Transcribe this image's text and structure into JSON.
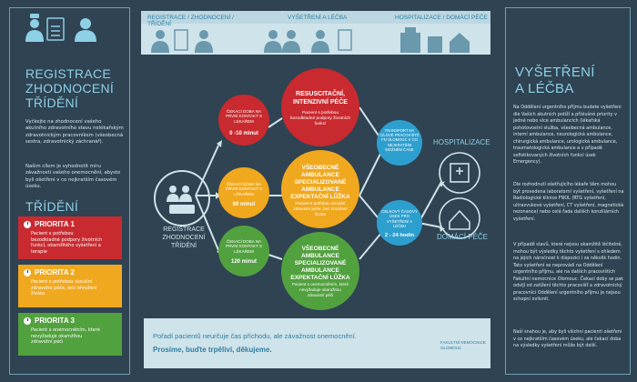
{
  "header": {
    "registrace": "REGISTRACE / ZHODNOCENÍ / TŘÍDĚNÍ",
    "vysetreni": "VYŠETŘENÍ A LÉČBA",
    "hospitalizace": "HOSPITALIZACE / DOMÁCÍ PÉČE"
  },
  "left": {
    "title_lines": [
      "REGISTRACE",
      "ZHODNOCENÍ",
      "TŘÍDĚNÍ"
    ],
    "intro1": "Vyčkejte na zhodnocení vašeho akutního zdravotního stavu nelékařským zdravotnickým pracovníkem (všeobecná sestra, zdravotnický záchranář).",
    "intro2": "Našim cílem je vyhodnotit míru závažnosti vašeho onemocnění, abyste byli ošetřeni v co nejkratším časovém úseku.",
    "triage_title": "TŘÍDĚNÍ",
    "priorities": [
      {
        "label": "PRIORITA 1",
        "text": "Pacient s potřebou bezodkladné podpory životních funkcí, okamžitého vyšetření a terapie"
      },
      {
        "label": "PRIORITA 2",
        "text": "Pacient s potřebou vizuální zdravotní péče, bez ohrožení života"
      },
      {
        "label": "PRIORITA 3",
        "text": "Pacient s onemocněním, které nevyžaduje okamžitou zdravotní péči"
      }
    ]
  },
  "center": {
    "hub_label_lines": [
      "REGISTRACE",
      "ZHODNOCENÍ",
      "TŘÍDĚNÍ"
    ],
    "wait1": {
      "text": "ČEKACÍ DOBA NA PRVNÍ KONTAKT S LÉKAŘEM",
      "value": "0 -10 minut"
    },
    "wait2": {
      "text": "ČEKACÍ DOBA NA PRVNÍ KONTAKT S LÉKAŘEM",
      "value": "60 minut"
    },
    "wait3": {
      "text": "ČEKACÍ DOBA NA PRVNÍ KONTAKT S LÉKAŘEM",
      "value": "120 minut"
    },
    "red": {
      "title": "RESUSCITAČNÍ, INTENZIVNÍ PÉČE",
      "text": "Pacient s potřebou bezodkladné podpory životních funkcí"
    },
    "yellow": {
      "title": "VŠEOBECNÉ AMBULANCE SPECIALIZOVANÉ AMBULANCE EXPEKTAČNÍ LŮŽKA",
      "text": "Pacient s potřebou vizuální zdravotní péče, bez ohrožení života"
    },
    "green": {
      "title": "VŠEOBECNÉ AMBULANCE SPECIALIZOVANÉ AMBULANCE EXPEKTAČNÍ LŮŽKA",
      "text": "Pacient s onemocněním, které nevyžaduje okamžitou zdravotní péči"
    },
    "transport": "TRANSPORT NA CÍLOVÉ PRACOVIŠTĚ FN OLOMOUC V CO NEJKRATŠÍM MOŽNÉM ČASE",
    "total": {
      "text": "CELKOVÝ ČASOVÝ ÚSEK PRO VYŠETŘENÍ A LÉČBU",
      "value": "2 - 24 hodin"
    },
    "hospitalizace": "HOSPITALIZACE",
    "domaci": "DOMÁCÍ PÉČE",
    "footer_line1": "Pořadí pacientů neurčuje čas příchodu, ale závažnost onemocnění.",
    "footer_line2": "Prosíme, buďte trpěliví, děkujeme.",
    "logo_text": "FAKULTNÍ NEMOCNICE OLOMOUC"
  },
  "right": {
    "title_lines": [
      "VYŠETŘENÍ",
      "A LÉČBA"
    ],
    "p1": "Na Oddělení urgentního příjmu budete vyšetřeni dle Vašich akutních potíží a příslušné priority v jedné nebo více ambulancích (lékařská pohotovostní služba, všeobecná ambulance, interní ambulance, neurologická ambulance, chirurgická ambulance, urologická ambulance, traumatologická ambulance a v případě sofistikovaných životních funkcí úsek Emergency).",
    "p2": "Dle rozhodnutí ošetřujícího lékaře Vám mohou být provedena laboratorní vyšetření, vyšetření na Radiologické klinice FNOL (RTG vyšetření, ultrazvukové vyšetření, CT vyšetření, magnetická rezonance) nebo celá řada dalších konziliárních vyšetření.",
    "p3": "V případě stavů, které nejsou okamžitě léčitelné, mohou být výsledky těchto vyšetření s ohledem na jejich náročnost k dispozici i za několik hodin. Tato vyšetření se neprovádí na Oddělení urgentního příjmu, ale na dalších pracovištích Fakultní nemocnice Olomouc. Čekací doby se pak odvíjí od zatížení těchto pracovišť a zdravotnický pracovníci Oddělení urgentního příjmu je nejsou schopni ovlivnit.",
    "p4": "Naší snahou je, aby byli všichni pacienti ošetřeni v co nejkratším časovém úseku, ale čekací doba na výsledky vyšetření může být delší."
  },
  "colors": {
    "red": "#c92a2f",
    "yellow": "#f0a81e",
    "green": "#52a13f",
    "blue": "#2d9fcf",
    "light_blue": "#8ed0e6",
    "bg": "#2f4352"
  }
}
